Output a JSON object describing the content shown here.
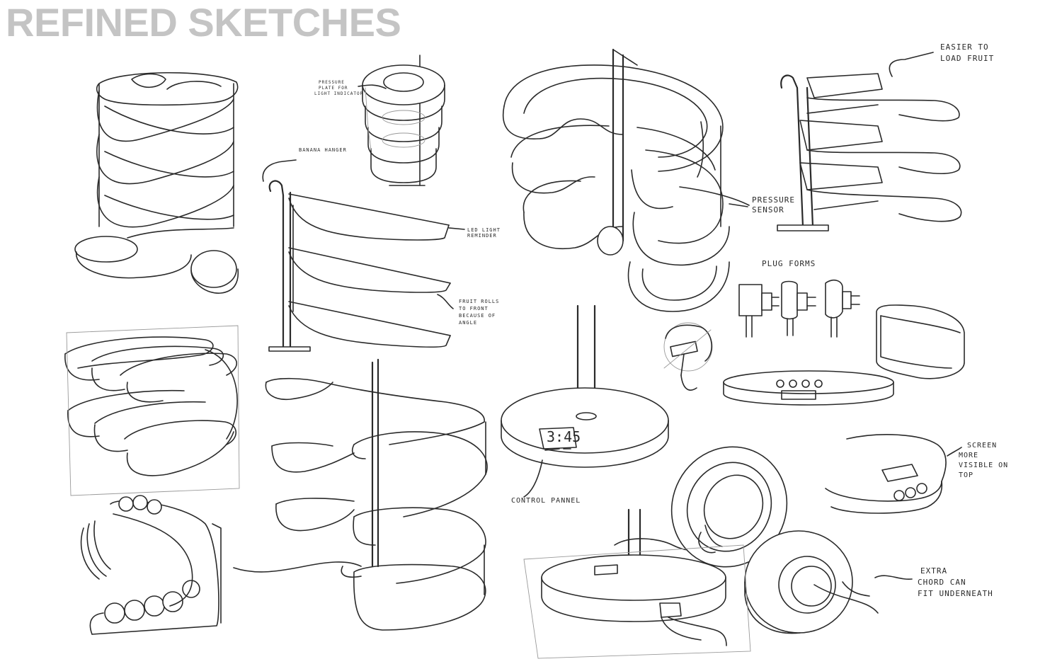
{
  "title": "REFINED SKETCHES",
  "annotations": {
    "pressure_plate": [
      "PRESSURE",
      "PLATE FOR",
      "LIGHT INDICATOR"
    ],
    "banana_hanger": "BANANA HANGER",
    "led_light": [
      "LED LIGHT",
      "REMINDER"
    ],
    "fruit_rolls": [
      "FRUIT ROLLS",
      "TO FRONT",
      "BECAUSE OF",
      "ANGLE"
    ],
    "pressure_sensor": [
      "PRESSURE",
      "SENSOR"
    ],
    "easier_to_load": [
      "EASIER TO",
      "LOAD FRUIT"
    ],
    "plug_forms": "PLUG FORMS",
    "control_pannel": "CONTROL PANNEL",
    "clock_display": "3:45",
    "screen_more_visible": [
      "SCREEN",
      "MORE",
      "VISIBLE ON",
      "TOP"
    ],
    "extra_chord": [
      "EXTRA",
      "CHORD CAN",
      "FIT UNDERNEATH"
    ]
  }
}
